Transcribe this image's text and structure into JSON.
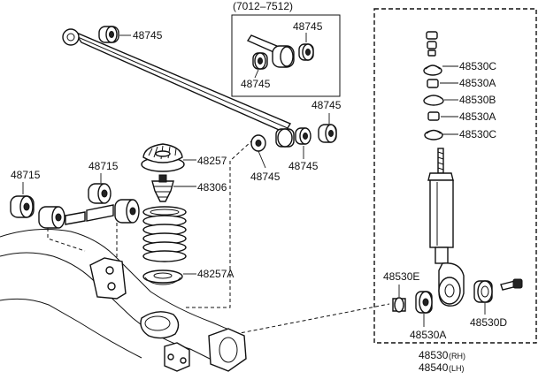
{
  "inset_heading": "(7012–7512)",
  "labels": {
    "bush_top": "48745",
    "inset_bush_a": "48745",
    "inset_bush_b": "48745",
    "bush_right": "48745",
    "bush_mid_right": "48745",
    "bush_mid_left": "48745",
    "lower_bush_left": "48715",
    "lower_bush_right": "48715",
    "spring_seat_upper": "48257",
    "bump_stopper": "48306",
    "spring_seat_lower": "48257A",
    "cushion_c_top": "48530C",
    "cushion_a_top": "48530A",
    "cushion_b": "48530B",
    "cushion_a_mid": "48530A",
    "cushion_c_bottom": "48530C",
    "cushion_e": "48530E",
    "cushion_a_bottom": "48530A",
    "cushion_d": "48530D",
    "absorber_rh_num": "48530",
    "absorber_rh_side": "(RH)",
    "absorber_lh_num": "48540",
    "absorber_lh_side": "(LH)"
  }
}
